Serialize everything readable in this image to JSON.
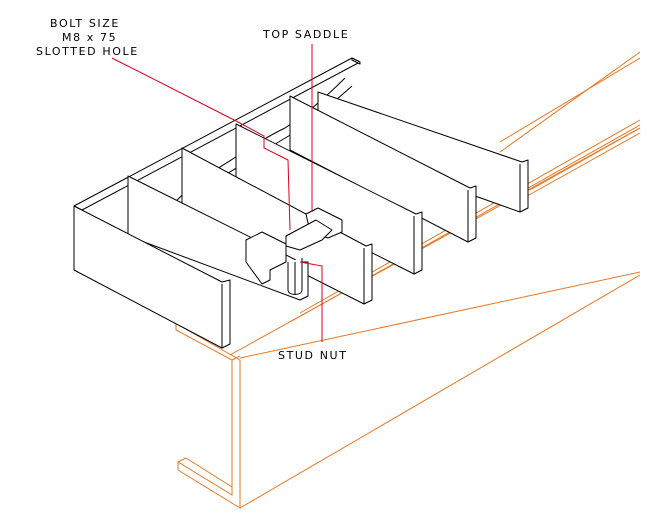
{
  "labels": {
    "bolt_size": "BOLT SIZE",
    "bolt_spec": "M8 x 75",
    "slotted_hole": "SLOTTED HOLE",
    "top_saddle": "TOP SADDLE",
    "stud_nut": "STUD NUT"
  },
  "colors": {
    "steel_beam": "#e87722",
    "leader_line": "#e0001b",
    "outline": "#000000"
  }
}
